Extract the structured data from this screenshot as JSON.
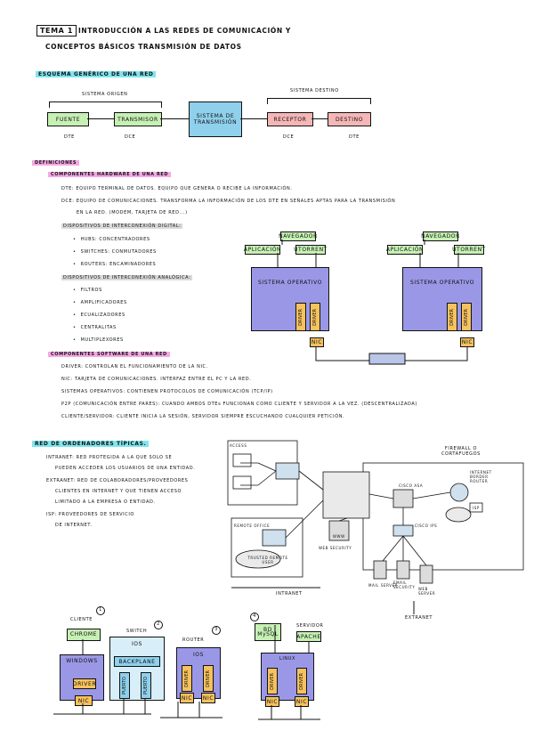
{
  "header": {
    "tag": "TEMA 1",
    "title_line1": "INTRODUCCIÓN A LAS REDES DE COMUNICACIÓN Y",
    "title_line2": "CONCEPTOS BÁSICOS TRANSMISIÓN DE DATOS"
  },
  "esquema": {
    "heading": "ESQUEMA GENÉRICO DE UNA RED",
    "origin_label": "SISTEMA ORIGEN",
    "dest_label": "SISTEMA DESTINO",
    "fuente": "FUENTE",
    "transmisor": "TRANSMISOR",
    "sistema": "SISTEMA DE TRANSMISIÓN",
    "receptor": "RECEPTOR",
    "destino": "DESTINO",
    "dte1": "DTE",
    "dce1": "DCE",
    "dce2": "DCE",
    "dte2": "DTE"
  },
  "definiciones": {
    "heading": "DEFINICIONES",
    "hw_heading": "COMPONENTES HARDWARE DE UNA RED",
    "dte": "DTE: EQUIPO TERMINAL DE DATOS. EQUIPO QUE GENERA O RECIBE LA INFORMACIÓN.",
    "dce_1": "DCE: EQUIPO DE COMUNICACIONES. TRANSFORMA LA INFORMACIÓN DE LOS DTE EN SEÑALES APTAS PARA LA TRANSMISIÓN",
    "dce_2": "EN LA RED. (MODEM, TARJETA DE RED...)",
    "digital_heading": "DISPOSITIVOS DE INTERCONEXIÓN DIGITAL:",
    "digital_items": [
      "HUBS: CONCENTRADORES",
      "SWITCHES: CONMUTADORES",
      "ROUTERS: ENCAMINADORES"
    ],
    "analog_heading": "DISPOSITIVOS DE INTERCONEXIÓN ANALÓGICA:",
    "analog_items": [
      "FILTROS",
      "AMPLIFICADORES",
      "ECUALIZADORES",
      "CENTRALITAS",
      "MULTIPLEXORES"
    ],
    "sw_heading": "COMPONENTES SOFTWARE DE UNA RED",
    "sw_items": [
      "DRIVER: CONTROLAN EL FUNCIONAMIENTO DE LA NIC.",
      "NIC: TARJETA DE COMUNICACIONES. INTERFAZ ENTRE EL PC Y LA RED.",
      "SISTEMAS OPERATIVOS: CONTIENEN PROTOCOLOS DE COMUNICACIÓN (TCP/IP)",
      "P2P (COMUNICACIÓN ENTRE PARES): CUANDO AMBOS DTEs FUNCIONAN COMO CLIENTE Y SERVIDOR A LA VEZ. (DESCENTRALIZADA)",
      "CLIENTE/SERVIDOR: CLIENTE INICIA LA SESIÓN, SERVIDOR SIEMPRE ESCUCHANDO CUALQUIER PETICIÓN."
    ]
  },
  "pc_diagram": {
    "navegador": "NAVEGADOR",
    "aplicacion": "APLICACIÓN",
    "utorrent": "UTORRENT",
    "so": "SISTEMA OPERATIVO",
    "driver": "DRIVER",
    "nic": "NIC"
  },
  "red_ordenadores": {
    "heading": "RED DE ORDENADORES TÍPICAS.",
    "intranet_1": "INTRANET: RED PROTEGIDA A LA QUE SOLO SE",
    "intranet_2": "PUEDEN ACCEDER LOS USUARIOS DE UNA ENTIDAD.",
    "extranet_1": "EXTRANET: RED DE COLABORADORES/PROVEEDORES",
    "extranet_2": "CLIENTES EN INTERNET Y QUE TIENEN ACCESO",
    "extranet_3": "LIMITADO A LA EMPRESA O ENTIDAD.",
    "isp_1": "ISP: PROVEEDORES DE SERVICIO",
    "isp_2": "DE INTERNET."
  },
  "network_diagram": {
    "access": "ACCESS",
    "remote_office": "REMOTE OFFICE",
    "trusted": "TRUSTED REMOTE USER",
    "firewall": "FIREWALL O CORTAFUEGOS",
    "cisco_asa": "CISCO ASA",
    "cisco_ips": "CISCO IPS",
    "internet_router": "INTERNET BORDER ROUTER",
    "isp": "ISP",
    "www": "WWW",
    "web_security": "WEB SECURITY",
    "mail_server": "MAIL SERVER",
    "email_security": "EMAIL SECURITY",
    "web_server": "WEB SERVER",
    "intranet": "INTRANET",
    "extranet": "EXTRANET"
  },
  "stacks": {
    "n1": "1",
    "n2": "2",
    "n3": "3",
    "n4": "4",
    "cliente": "CLIENTE",
    "chrome": "CHROME",
    "windows": "WINDOWS",
    "switch": "SWITCH",
    "ios": "IOS",
    "backplane": "BACKPLANE",
    "puerto": "PUERTO",
    "router": "ROUTER",
    "servidor": "SERVIDOR",
    "bd": "BD",
    "mysql": "MySQL",
    "apache": "APACHE",
    "linux": "LINUX",
    "driver": "DRIVER",
    "nic": "NIC"
  }
}
